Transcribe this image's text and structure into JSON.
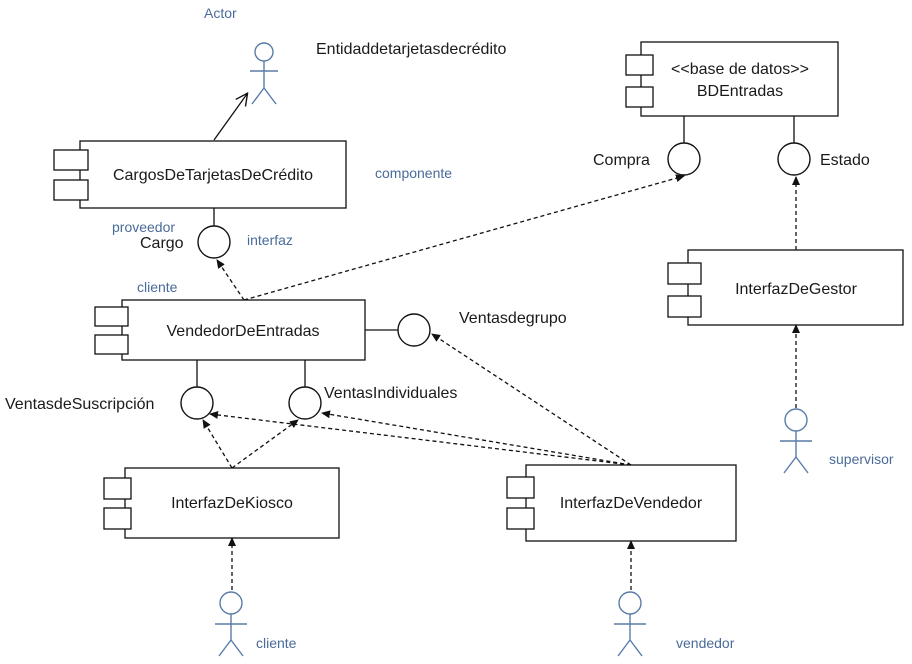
{
  "notes": {
    "actor": "Actor",
    "entity": "Entidaddetarjetasdecrédito",
    "componente": "componente",
    "proveedor": "proveedor",
    "interfaz": "interfaz",
    "cliente_role": "cliente"
  },
  "components": {
    "cargos": "CargosDeTarjetasDeCrédito",
    "vendedor_entradas": "VendedorDeEntradas",
    "bd_stereotype": "<<base de datos>>",
    "bd_name": "BDEntradas",
    "gestor": "InterfazDeGestor",
    "kiosco": "InterfazDeKiosco",
    "vendedor_if": "InterfazDeVendedor"
  },
  "interfaces": {
    "cargo": "Cargo",
    "compra": "Compra",
    "estado": "Estado",
    "grupo": "Ventasdegrupo",
    "suscripcion": "VentasdeSuscripción",
    "individuales": "VentasIndividuales"
  },
  "actors": {
    "cliente": "cliente",
    "vendedor": "vendedor",
    "supervisor": "supervisor"
  },
  "colors": {
    "actor": "#5a7ca8",
    "note_text": "#4a6b9a",
    "line": "#111111"
  }
}
